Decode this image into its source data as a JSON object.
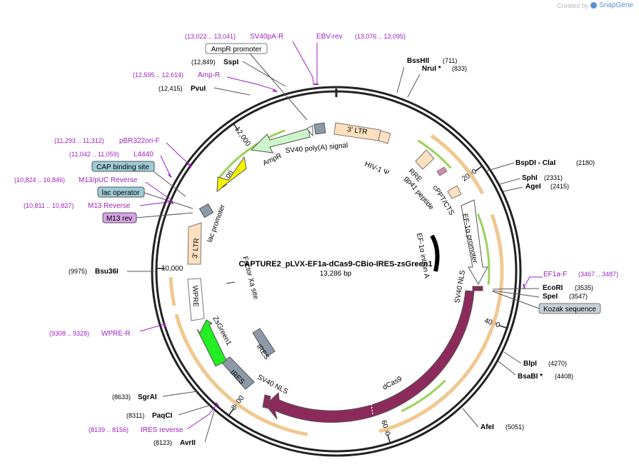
{
  "credit": {
    "prefix": "Created by",
    "brand": "SnapGene"
  },
  "plasmid": {
    "name": "CAPTURE2_pLVX-EF1a-dCas9-CBio-IRES-zsGreen1",
    "length": "13,286 bp",
    "total_bp": 13286
  },
  "colors": {
    "primer": "#a020c0",
    "leader": "#333333",
    "orf_fill": "#f0c890",
    "dcas9": "#8c2a5c",
    "zsgreen": "#22ee22",
    "ori": "#f5f500",
    "ampr": "#ccf5cc",
    "ltr": "#fde0c0",
    "grey_feature": "#8c9aa8",
    "label_box_fill": "#9ecbd6"
  },
  "tick_labels": [
    {
      "label": "2000",
      "bp": 2000
    },
    {
      "label": "4000",
      "bp": 4000
    },
    {
      "label": "6000",
      "bp": 6000
    },
    {
      "label": "8000",
      "bp": 8000
    },
    {
      "label": "10,000",
      "bp": 10000
    },
    {
      "label": "12,000",
      "bp": 12000
    }
  ],
  "sites": [
    {
      "name": "BssHII",
      "pos": "(711)",
      "bp": 711
    },
    {
      "name": "NruI *",
      "pos": "(833)",
      "bp": 833
    },
    {
      "name": "BspDI - ClaI",
      "pos": "(2180)",
      "bp": 2180
    },
    {
      "name": "SphI",
      "pos": "(2331)",
      "bp": 2331
    },
    {
      "name": "AgeI",
      "pos": "(2415)",
      "bp": 2415
    },
    {
      "name": "EcoRI",
      "pos": "(3535)",
      "bp": 3535
    },
    {
      "name": "SpeI",
      "pos": "(3547)",
      "bp": 3547
    },
    {
      "name": "BlpI",
      "pos": "(4270)",
      "bp": 4270
    },
    {
      "name": "BsaBI *",
      "pos": "(4408)",
      "bp": 4408
    },
    {
      "name": "AfeI",
      "pos": "(5051)",
      "bp": 5051
    },
    {
      "name": "AvrII",
      "pos": "(8123)",
      "bp": 8123
    },
    {
      "name": "PaqCI",
      "pos": "(8311)",
      "bp": 8311
    },
    {
      "name": "SgrAI",
      "pos": "(8633)",
      "bp": 8633
    },
    {
      "name": "Bsu36I",
      "pos": "(9975)",
      "bp": 9975
    },
    {
      "name": "PvuI",
      "pos": "(12,415)",
      "bp": 12415
    },
    {
      "name": "SspI",
      "pos": "(12,849)",
      "bp": 12849
    }
  ],
  "primers": [
    {
      "name": "SV40pA-R",
      "range": "(13,022 .. 13,041)"
    },
    {
      "name": "EBV-rev",
      "range": "(13,076 .. 13,095)"
    },
    {
      "name": "Amp-R",
      "range": "(12,595 .. 12,614)"
    },
    {
      "name": "pBR322ori-F",
      "range": "(11,293 .. 11,312)"
    },
    {
      "name": "L4440",
      "range": "(11,042 .. 11,059)"
    },
    {
      "name": "M13/pUC Reverse",
      "range": "(10,824 .. 10,846)"
    },
    {
      "name": "M13 Reverse",
      "range": "(10,811 .. 10,827)"
    },
    {
      "name": "EF1a-F",
      "range": "(3467 .. 3487)"
    },
    {
      "name": "WPRE-R",
      "range": "(9308 .. 9328)"
    },
    {
      "name": "IRES reverse",
      "range": "(8139 .. 8156)"
    }
  ],
  "boxed_labels": {
    "ampr_promoter": "AmpR promoter",
    "cap_site": "CAP binding site",
    "lac_operator": "lac operator",
    "m13_rev": "M13 rev",
    "kozak": "Kozak sequence"
  },
  "features": {
    "ltr_5": "3' LTR",
    "hiv_psi": "HIV-1 Ψ",
    "rre": "RRE",
    "gp41": "gp41 peptide",
    "cppt": "cPPT/CTS",
    "ef1a_promoter": "EF-1α promoter",
    "ef1a_intron": "EF-1α intron A",
    "sv40_nls_a": "SV40 NLS",
    "dcas9": "dCas9",
    "sv40_nls_b": "SV40 NLS",
    "ires_a": "IRES",
    "ires_b": "IRES",
    "zsgreen": "ZsGreen1",
    "factor_xa": "Factor Xa site",
    "wpre": "WPRE",
    "ltr_3": "3' LTR",
    "lac_promoter": "lac promoter",
    "ori": "ori",
    "ampr": "AmpR",
    "sv40_polya": "SV40 poly(A) signal"
  }
}
